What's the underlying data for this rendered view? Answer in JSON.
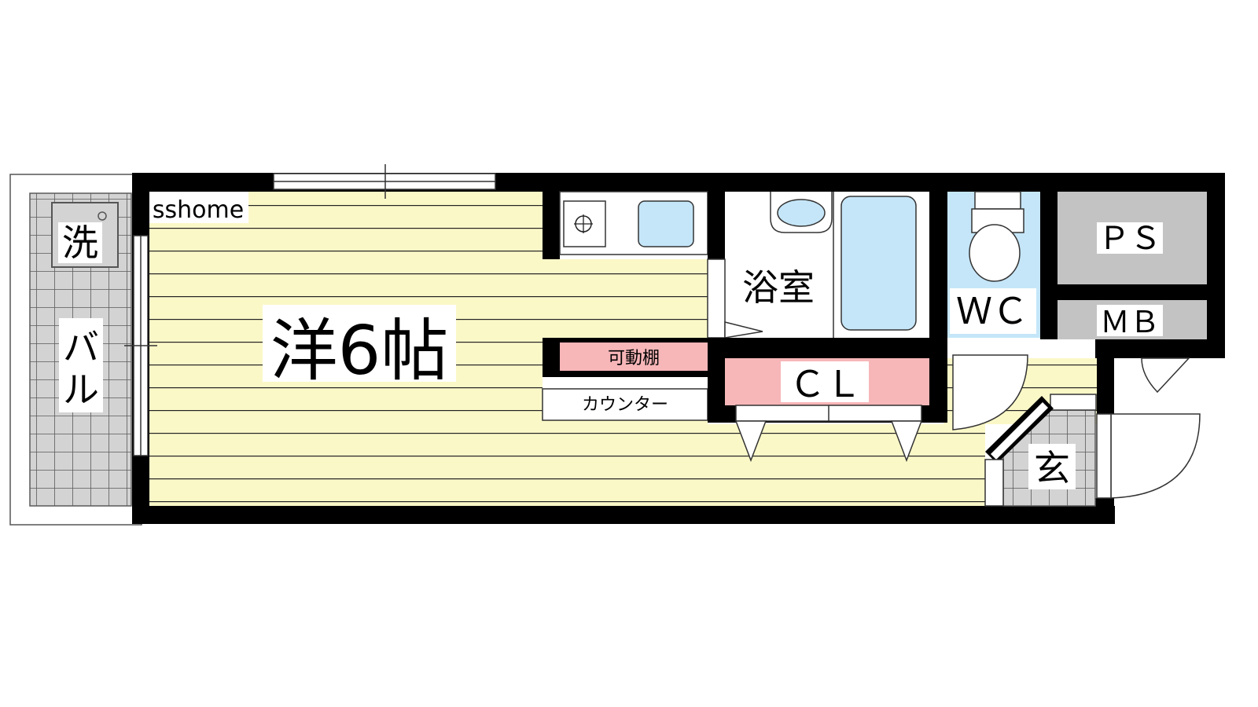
{
  "floorplan": {
    "watermark": "sshome",
    "rooms": {
      "western": "洋6帖",
      "bath": "浴室",
      "wc": "ＷＣ",
      "ps": "ＰＳ",
      "mb": "ＭＢ",
      "closet": "ＣＬ",
      "entrance": "玄",
      "balcony": "バル",
      "washer": "洗",
      "shelf": "可動棚",
      "counter": "カウンター"
    },
    "colors": {
      "floor": "#fbf8c8",
      "bath_fixture": "#c5e6f8",
      "accent_pink": "#f7b6b8",
      "gray": "#c3c3c3",
      "tile": "#d3d3d3",
      "wall": "#000000"
    }
  }
}
